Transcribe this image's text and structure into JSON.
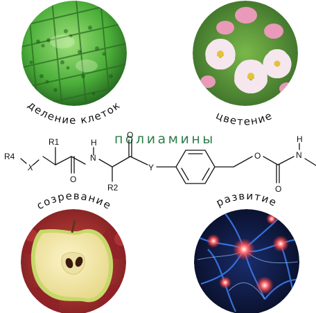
{
  "title": "полиамины",
  "labels": {
    "cell_division": "деление клеток",
    "flowering": "цветение",
    "ripening": "созревание",
    "development": "развитие"
  },
  "molecule": {
    "r1": "R1",
    "r2": "R2",
    "r4": "R4",
    "x": "X",
    "y": "Y",
    "h_left": "H",
    "n_left": "N",
    "o_top": "O",
    "o_bottom1": "O",
    "o_bottom2": "O",
    "o_ether": "O",
    "h_right": "H",
    "n_right": "N"
  },
  "colors": {
    "title": "#2e7d4a",
    "cell_green": "#4caf3a",
    "blossom_pink": "#e89ab8",
    "apple_red": "#b5333a",
    "neuron_blue": "#2a63c8"
  }
}
